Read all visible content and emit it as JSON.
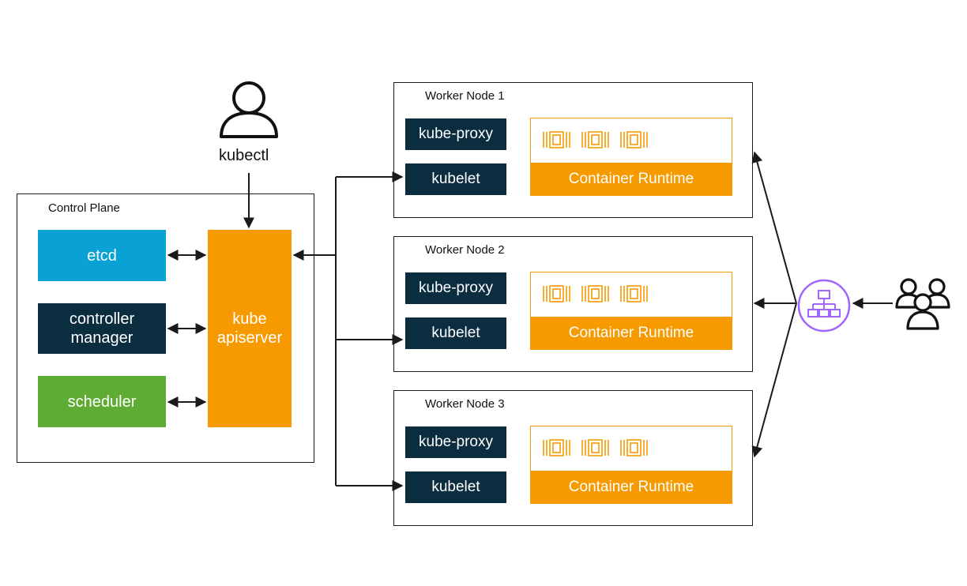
{
  "colors": {
    "orange": "#f79a00",
    "navy": "#0b2d40",
    "blue": "#0aa2d4",
    "green": "#5fac35",
    "purple": "#a166ff",
    "line": "#1a1a1a"
  },
  "icons": {
    "user": "person-outline-icon",
    "users": "users-group-icon",
    "load_balancer": "load-balancer-icon",
    "container": "container-chip-icon"
  },
  "kubectl": {
    "label": "kubectl"
  },
  "control_plane": {
    "title": "Control Plane",
    "components": [
      {
        "id": "etcd",
        "label": "etcd"
      },
      {
        "id": "controller-manager",
        "label": "controller\nmanager"
      },
      {
        "id": "scheduler",
        "label": "scheduler"
      }
    ],
    "apiserver": {
      "label": "kube\napiserver"
    }
  },
  "worker_nodes": [
    {
      "title": "Worker Node 1",
      "proxy": "kube-proxy",
      "kubelet": "kubelet",
      "runtime": "Container Runtime"
    },
    {
      "title": "Worker Node 2",
      "proxy": "kube-proxy",
      "kubelet": "kubelet",
      "runtime": "Container Runtime"
    },
    {
      "title": "Worker Node 3",
      "proxy": "kube-proxy",
      "kubelet": "kubelet",
      "runtime": "Container Runtime"
    }
  ]
}
